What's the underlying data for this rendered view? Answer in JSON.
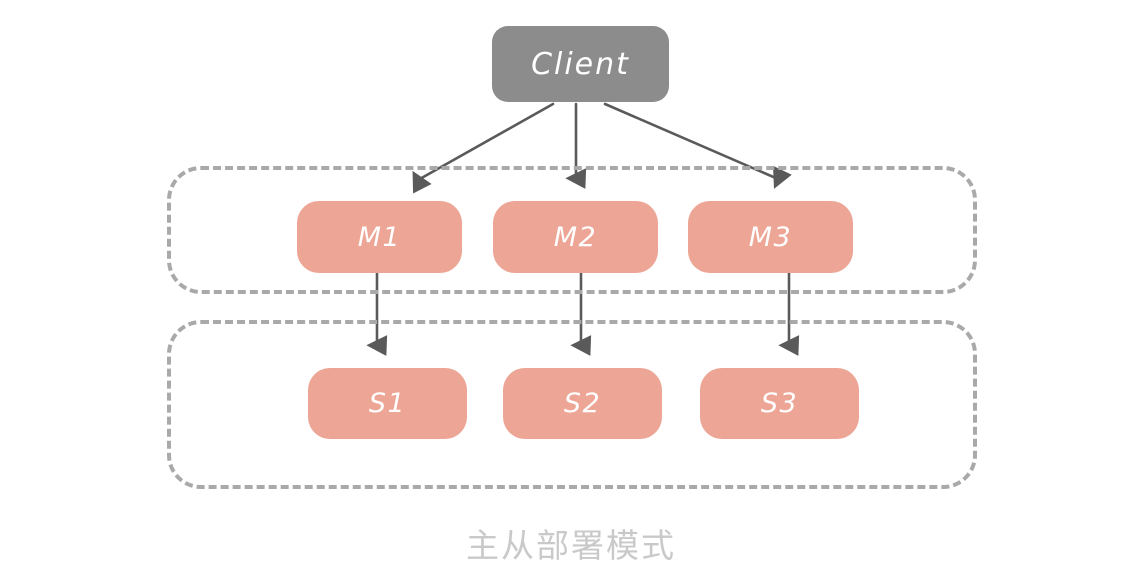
{
  "diagram": {
    "caption": "主从部署模式",
    "client": {
      "label": "Client",
      "color": "#8c8c8c"
    },
    "groups": [
      {
        "name": "masters-group",
        "border_color": "#a9a9a9",
        "border_style": "dashed"
      },
      {
        "name": "slaves-group",
        "border_color": "#a9a9a9",
        "border_style": "dashed"
      }
    ],
    "masters": [
      {
        "label": "M1",
        "color": "#eda695"
      },
      {
        "label": "M2",
        "color": "#eda695"
      },
      {
        "label": "M3",
        "color": "#eda695"
      }
    ],
    "slaves": [
      {
        "label": "S1",
        "color": "#eda695"
      },
      {
        "label": "S2",
        "color": "#eda695"
      },
      {
        "label": "S3",
        "color": "#eda695"
      }
    ],
    "edges": {
      "color": "#5a5a5a",
      "client_to_masters": [
        "M1",
        "M2",
        "M3"
      ],
      "master_to_slave": [
        "M1 to S1",
        "M2 to S2",
        "M3 to S3"
      ]
    }
  }
}
